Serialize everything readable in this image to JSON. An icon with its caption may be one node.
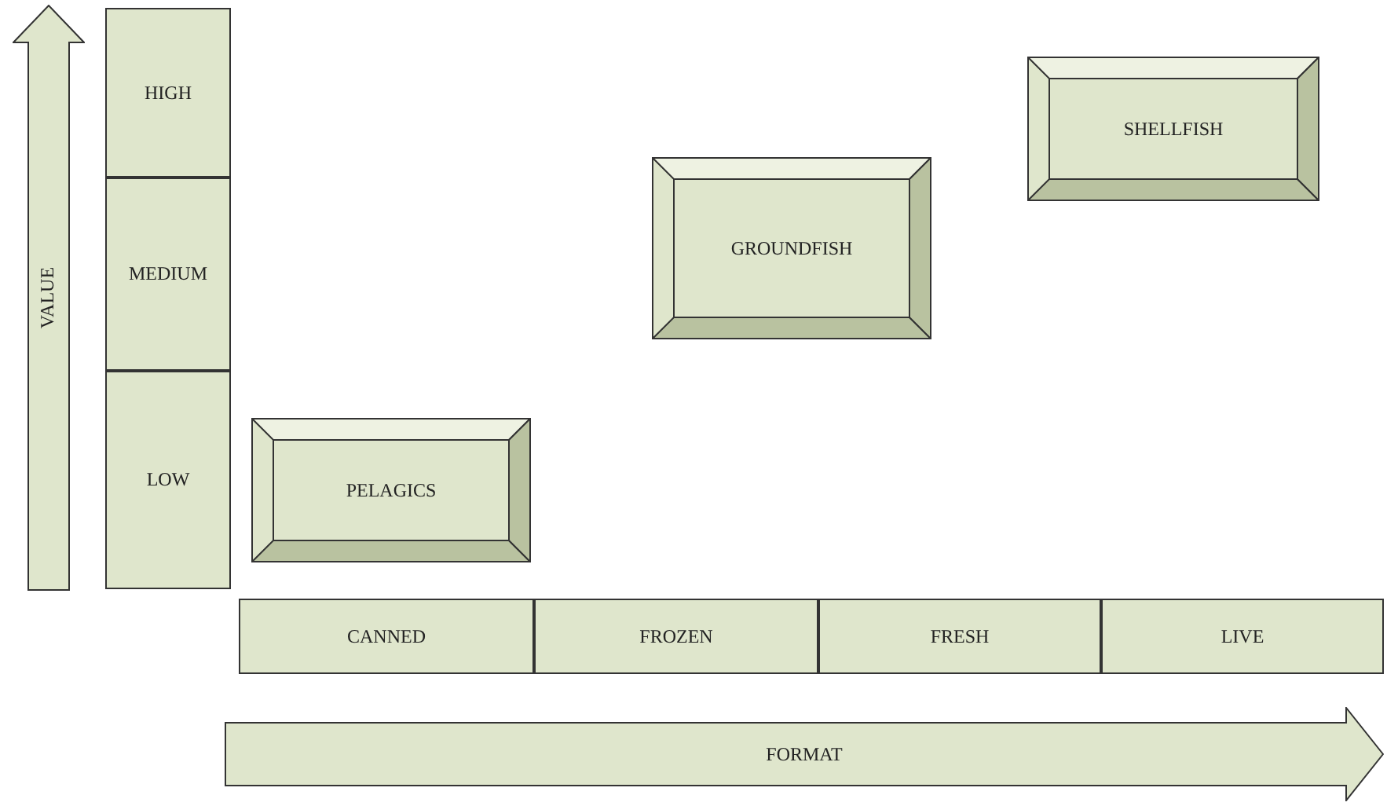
{
  "diagram": {
    "nodes": [
      {
        "text": [
          "VALUE"
        ]
      },
      {
        "text": [
          "HIGH"
        ]
      },
      {
        "text": [
          "MEDIUM"
        ]
      },
      {
        "text": [
          "LOW"
        ]
      },
      {
        "text": [
          "PELAGICS"
        ]
      },
      {
        "text": [
          "GROUNDFISH"
        ]
      },
      {
        "text": [
          "SHELLFISH"
        ]
      },
      {
        "text": [
          "CANNED"
        ]
      },
      {
        "text": [
          "FROZEN"
        ]
      },
      {
        "text": [
          "FRESH"
        ]
      },
      {
        "text": [
          "LIVE"
        ]
      },
      {
        "text": [
          "FORMAT"
        ]
      }
    ],
    "edges": []
  }
}
